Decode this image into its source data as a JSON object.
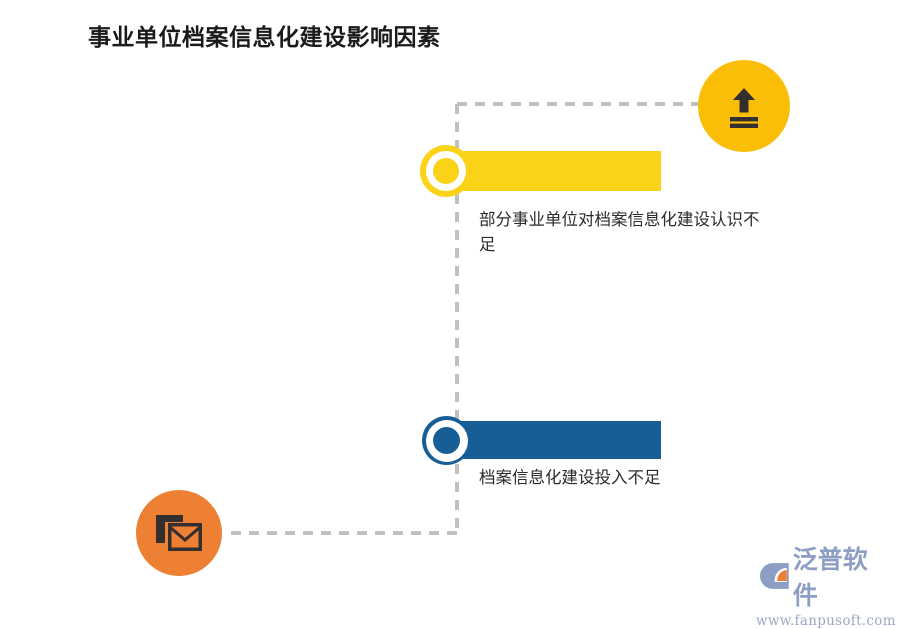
{
  "page": {
    "title": "事业单位档案信息化建设影响因素",
    "background_color": "#ffffff"
  },
  "colors": {
    "bar_yellow": "#FAD318",
    "bar_blue": "#175E97",
    "bubble_yellow": "#FBBE07",
    "bubble_orange": "#EE8033",
    "icon_dark": "#332F2E",
    "connector_dash": "#BFBFBF",
    "title_text": "#1a1a1a",
    "caption_text": "#2b2b2b",
    "logo_text": "#8c9ec4",
    "logo_mark_accent": "#EE8033"
  },
  "diagram": {
    "items": [
      {
        "id": "factor-1",
        "caption": "部分事业单位对档案信息化建设认识不足",
        "bar_color": "#FAD318",
        "marker_color": "#FAD318",
        "icon": "upload-icon",
        "icon_bubble_color": "#FBBE07"
      },
      {
        "id": "factor-2",
        "caption": "档案信息化建设投入不足",
        "bar_color": "#175E97",
        "marker_color": "#175E97",
        "icon": "mail-icon",
        "icon_bubble_color": "#EE8033"
      }
    ]
  },
  "logo": {
    "name": "泛普软件",
    "url": "www.fanpusoft.com"
  }
}
